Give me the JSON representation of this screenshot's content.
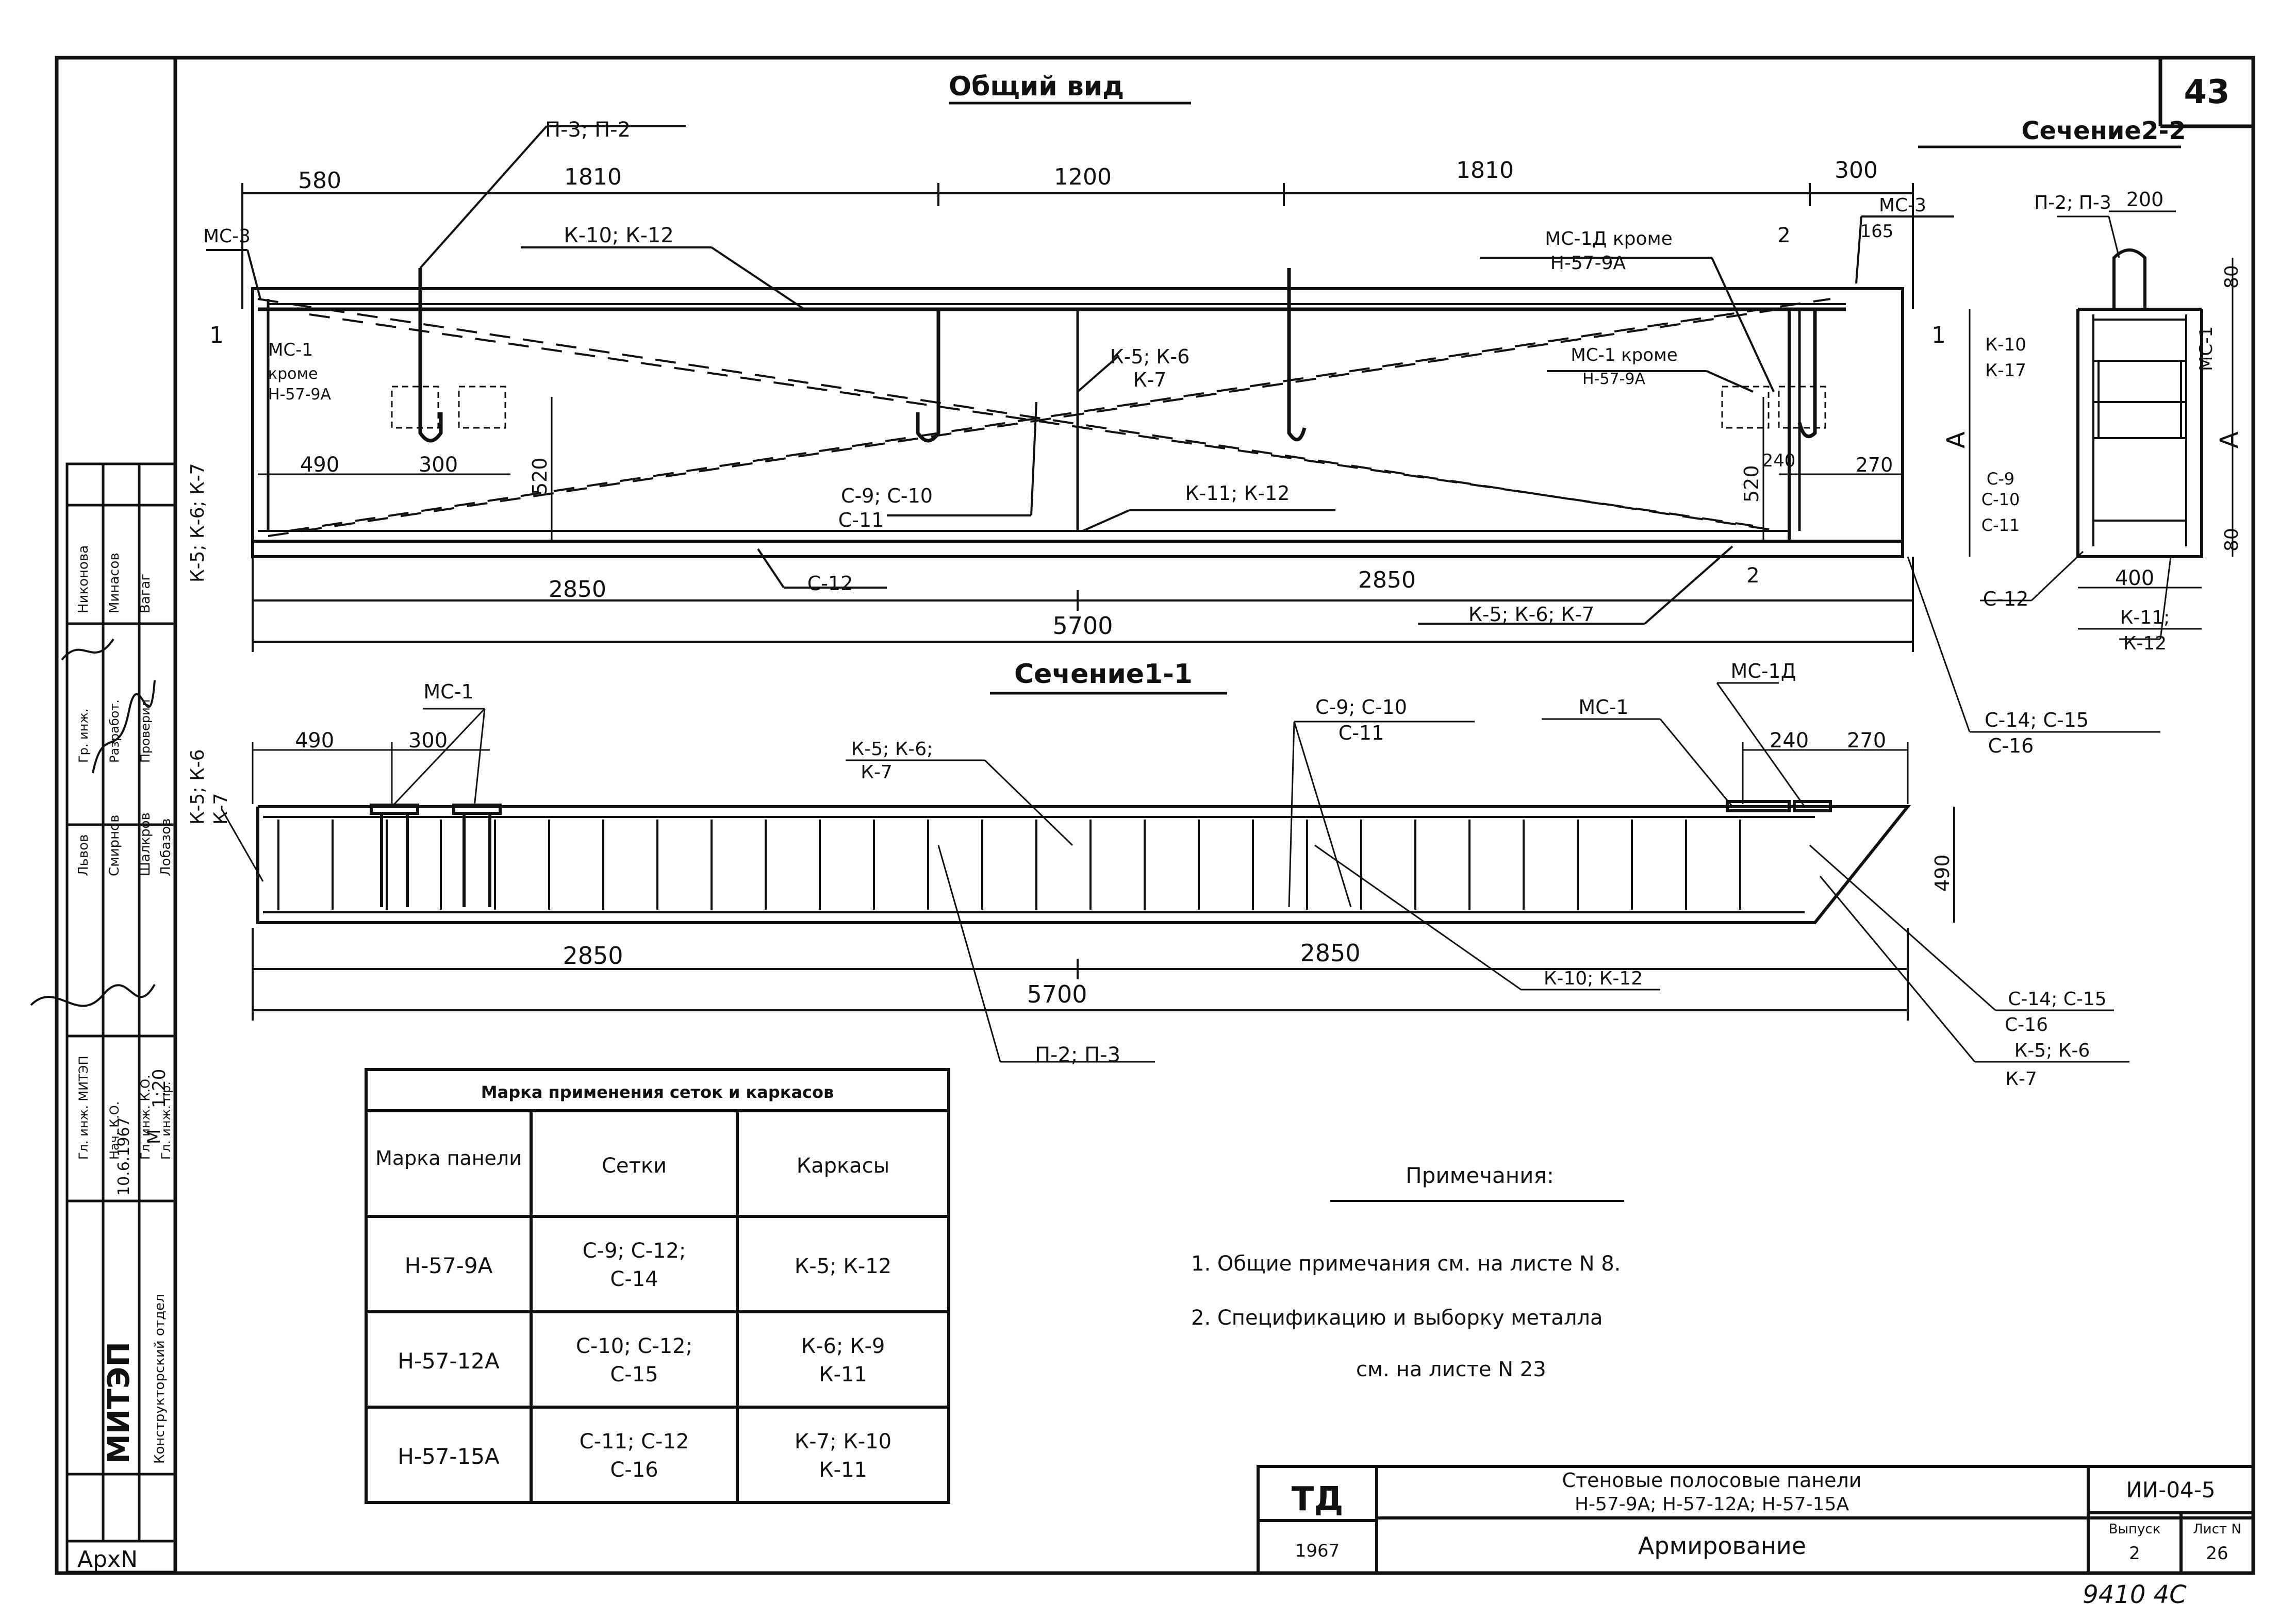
{
  "sheet": {
    "number": "43",
    "archive_label": "АрхN",
    "bottom_handwriting": "9410 4С"
  },
  "views": {
    "general_title": "Общий вид",
    "section_11_title": "Сечение1-1",
    "section_22_title": "Сечение2-2"
  },
  "general_view": {
    "dims_top": [
      "580",
      "1810",
      "1200",
      "1810",
      "300"
    ],
    "dims_bottom_halves": [
      "2850",
      "2850"
    ],
    "dim_total": "5700",
    "dims_inner": [
      "490",
      "300",
      "520",
      "520",
      "240",
      "270"
    ],
    "marks": {
      "hook_ref": "П-3; П-2",
      "frame_top": "К-10; К-12",
      "mc3_left": "МС-3",
      "mc1_left": "МС-1",
      "mc1_left_kpome": "кроме",
      "mc1_left_panel": "Н-57-9А",
      "frame_left_vertical": "К-5; К-6; К-7",
      "k567_center": "К-5; К-6",
      "k7_center": "К-7",
      "c9_c10": "С-9; С-10",
      "c11": "С-11",
      "k11_k12": "К-11; К-12",
      "c12": "С-12",
      "mc1a_kpome": "МС-1Д кроме",
      "mc1a_panel": "Н-57-9А",
      "mc1_kpome_right": "МС-1 кроме",
      "mc1_panel_right": "Н-57-9А",
      "mc3_right": "МС-3",
      "dim_165": "165",
      "cut_21": "2",
      "cut_11": "1",
      "k567_bottom": "К-5; К-6; К-7"
    }
  },
  "section_22": {
    "dims": [
      "200",
      "400",
      "80",
      "80",
      "А"
    ],
    "marks": {
      "hook": "П-2; П-3",
      "k10": "К-10",
      "k17": "К-17",
      "mc1": "МС-1",
      "c9": "С-9",
      "c10": "С-10",
      "c11": "С-11",
      "c12": "С-12",
      "k11": "К-11;",
      "k12": "К-12",
      "c14_c15": "С-14; С-15",
      "c16": "С-16"
    }
  },
  "section_11": {
    "dims": [
      "490",
      "300",
      "240",
      "270",
      "2850",
      "2850",
      "5700",
      "490"
    ],
    "marks": {
      "mc1_left": "МС-1",
      "k56_left": "К-5; К-6",
      "k7_left": "К-7",
      "k568_mid": "К-5; К-6;",
      "k7_mid": "К-7",
      "c9_c10": "С-9; С-10",
      "c11": "С-11",
      "mc1_right": "МС-1",
      "mc1a": "МС-1Д",
      "k10_k12": "К-10; К-12",
      "p2_p3": "П-2; П-3",
      "c14_c15": "С-14; С-15",
      "c16": "С-16",
      "k56_right": "К-5; К-6",
      "k7_right": "К-7"
    }
  },
  "table": {
    "title": "Марка применения сеток и каркасов",
    "headers": [
      "Марка панели",
      "Сетки",
      "Каркасы"
    ],
    "rows": [
      {
        "panel": "Н-57-9А",
        "nets_1": "С-9; С-12;",
        "nets_2": "С-14",
        "frames_1": "К-5; К-12",
        "frames_2": ""
      },
      {
        "panel": "Н-57-12А",
        "nets_1": "С-10; С-12;",
        "nets_2": "С-15",
        "frames_1": "К-6; К-9",
        "frames_2": "К-11"
      },
      {
        "panel": "Н-57-15А",
        "nets_1": "С-11; С-12",
        "nets_2": "С-16",
        "frames_1": "К-7; К-10",
        "frames_2": "К-11"
      }
    ]
  },
  "notes": {
    "title": "Примечания:",
    "line1": "1. Общие примечания см. на листе N 8.",
    "line2": "2. Спецификацию и выборку металла",
    "line3": "см. на листе N 23"
  },
  "title_block": {
    "org": "ТД",
    "year": "1967",
    "title_line1": "Стеновые полосовые панели",
    "title_line2": "Н-57-9А; Н-57-12А; Н-57-15А",
    "subtitle": "Армирование",
    "series": "ИИ-04-5",
    "issue_label": "Выпуск",
    "issue": "2",
    "sheet_label": "Лист N",
    "sheet": "26"
  },
  "side_stamp": {
    "org_1": "МИТЭП",
    "org_2": "Конструкторский отдел",
    "date": "10.6.1967",
    "scale_label": "М",
    "scale": "1:20",
    "roles": [
      "Гл. инж. МИТЭП",
      "Нач. К.О.",
      "Гл. инж. К.О.",
      "Гл. инж. пр."
    ],
    "people_col1": [
      "Львов",
      "Смирнов",
      "Шалкров",
      "Лобазов"
    ],
    "roles2": [
      "Гр. инж.",
      "Разработ.",
      "Проверил"
    ],
    "people_col2": [
      "Никонова",
      "Минасов",
      "Вагаг"
    ]
  }
}
